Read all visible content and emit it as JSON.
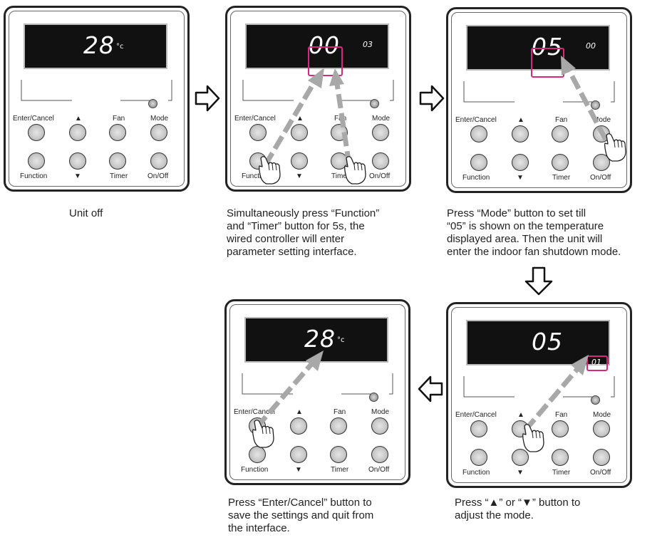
{
  "buttons": {
    "enter_cancel": "Enter/Cancel",
    "up": "▲",
    "fan": "Fan",
    "mode": "Mode",
    "function": "Function",
    "down": "▼",
    "timer": "Timer",
    "on_off": "On/Off"
  },
  "steps": [
    {
      "display_main": "28",
      "display_unit": "°c",
      "display_small": "",
      "caption": [
        "Unit off"
      ]
    },
    {
      "display_main": "00",
      "display_unit": "",
      "display_small": "03",
      "caption": [
        "Simultaneously press “Function”",
        "and “Timer” button for 5s, the",
        "wired controller will enter",
        "parameter setting interface."
      ]
    },
    {
      "display_main": "05",
      "display_unit": "",
      "display_small": "00",
      "caption": [
        "Press “Mode” button to set till",
        "“05” is shown on the temperature",
        "displayed area. Then the unit will",
        "enter the indoor fan shutdown mode."
      ]
    },
    {
      "display_main": "05",
      "display_unit": "",
      "display_small": "01",
      "caption": [
        "Press “▲” or “▼” button to",
        "adjust the mode."
      ]
    },
    {
      "display_main": "28",
      "display_unit": "°c",
      "display_small": "",
      "caption": [
        "Press “Enter/Cancel” button to",
        "save the settings and quit from",
        "the interface."
      ]
    }
  ],
  "colors": {
    "highlight": "#d6287c",
    "press_arrow": "#a8a8a8",
    "lcd": "#111111"
  }
}
